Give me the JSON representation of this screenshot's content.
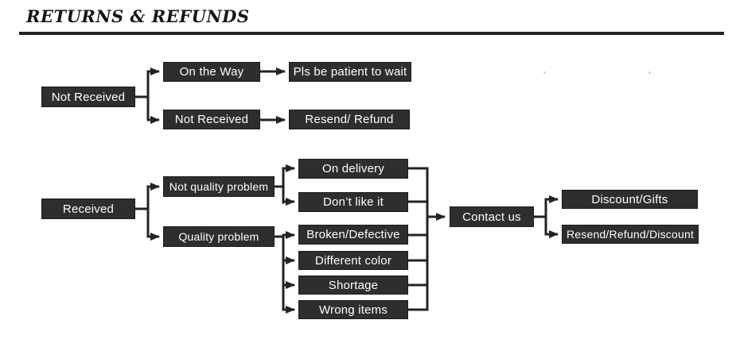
{
  "title": "RETURNS & REFUNDS",
  "flow1": {
    "root": "Not Received",
    "branches": [
      {
        "condition": "On the Way",
        "action": "Pls be patient to wait"
      },
      {
        "condition": "Not Received",
        "action": "Resend/ Refund"
      }
    ]
  },
  "flow2": {
    "root": "Received",
    "categories": [
      {
        "label": "Not quality problem",
        "reasons": [
          "On delivery",
          "Don’t like it"
        ]
      },
      {
        "label": "Quality problem",
        "reasons": [
          "Broken/Defective",
          "Different color",
          "Shortage",
          "Wrong items"
        ]
      }
    ],
    "contact": "Contact us",
    "outcomes": [
      "Discount/Gifts",
      "Resend/Refund/Discount"
    ]
  },
  "colors": {
    "box_bg": "#2e2e30",
    "box_border": "#1c1c1e",
    "box_text": "#ffffff",
    "line": "#232325",
    "title_text": "#16161a"
  }
}
